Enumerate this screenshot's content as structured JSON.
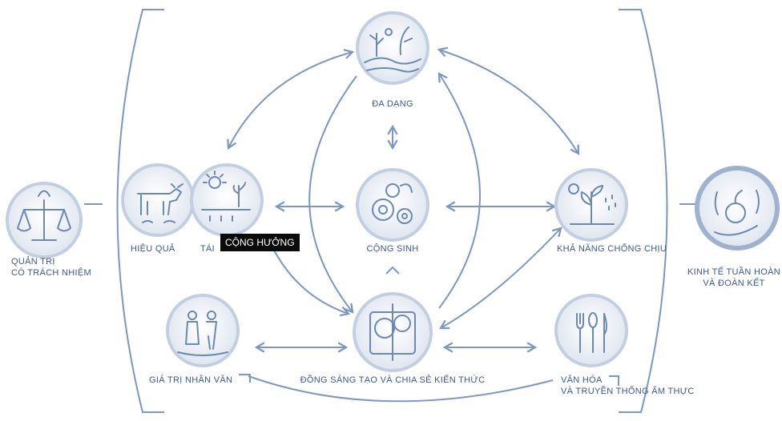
{
  "nodes": {
    "da_dang": "ĐA DẠNG",
    "cong_sinh": "CỘNG SINH",
    "hieu_qua": "HIỆU QUẢ",
    "tai": "TÁI",
    "cong_huong": "CỘNG HƯỞNG",
    "kha_nang": "KHẢ NĂNG CHỐNG CHỊU",
    "dong_sang_tao": "ĐỒNG SÁNG TẠO VÀ CHIA SẺ KIẾN THỨC",
    "gia_tri": "GIÁ TRỊ NHÂN VĂN",
    "van_hoa_1": "VĂN HÓA",
    "van_hoa_2": "VÀ TRUYỀN THỐNG ẨM THỰC",
    "quan_tri_1": "QUẢN TRỊ",
    "quan_tri_2": "CÓ TRÁCH NHIỆM",
    "kinh_te_1": "KINH TẾ TUẦN HOÀN",
    "kinh_te_2": "VÀ ĐOÀN KẾT"
  },
  "colors": {
    "line": "#7d97bd",
    "circle_fill": "#f1f4f9",
    "circle_stroke": "#c3cfe0",
    "text": "#3d5a85",
    "highlight_bg": "#0b0b0b"
  },
  "icons": [
    "landscape-icon",
    "ox-icon",
    "sprout-icon",
    "gears-icon",
    "plant-rain-icon",
    "tree-icon",
    "people-icon",
    "utensils-icon",
    "scales-icon",
    "apple-hand-icon"
  ]
}
